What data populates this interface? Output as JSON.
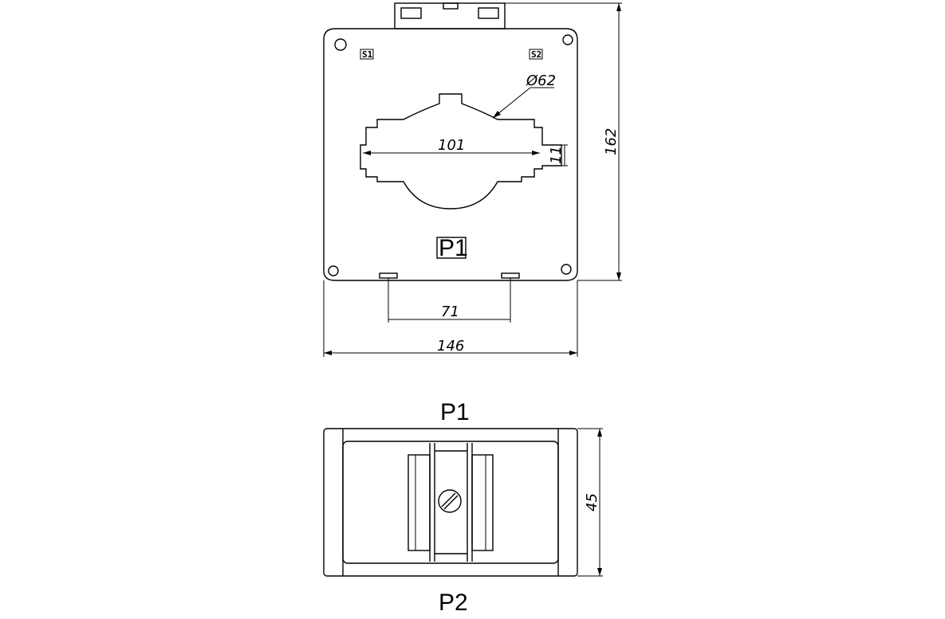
{
  "front_view": {
    "terminal_s1": "S1",
    "terminal_s2": "S2",
    "label_p1": "P1",
    "dimensions": {
      "hole_diameter": "Ø62",
      "window_width": "101",
      "slot_height": "11",
      "overall_height": "162",
      "mount_spacing": "71",
      "overall_width": "146"
    }
  },
  "side_view": {
    "top_label": "P1",
    "bottom_label": "P2",
    "depth": "45"
  }
}
